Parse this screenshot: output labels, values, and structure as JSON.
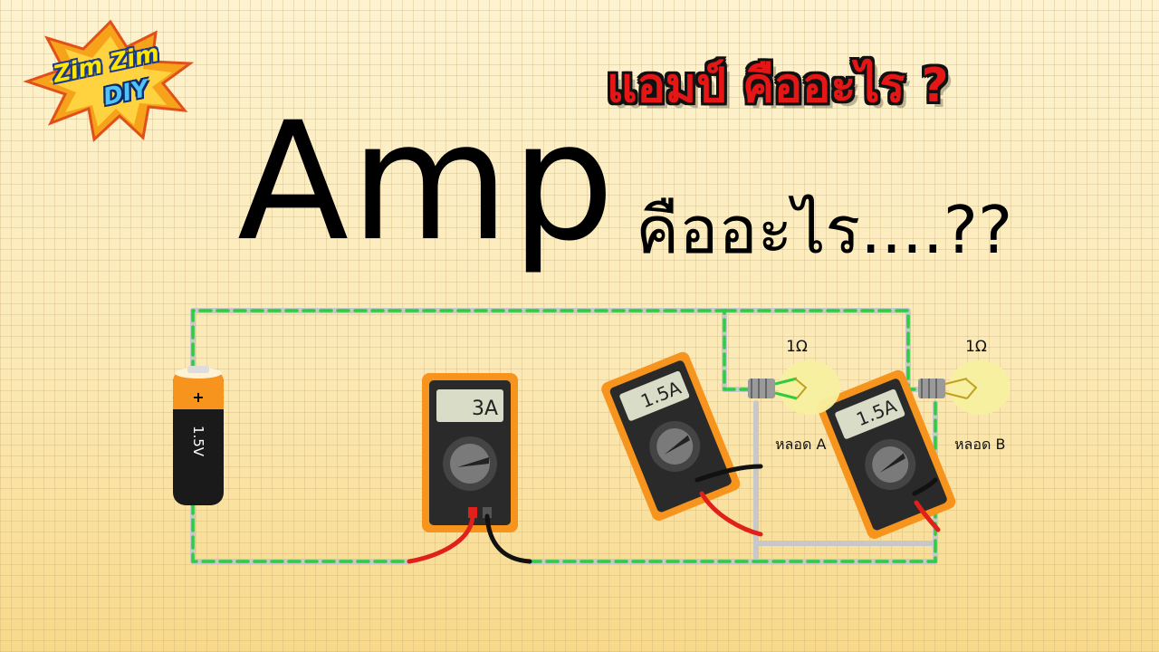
{
  "logo": {
    "line1": "Zim Zim",
    "line2": "DIY"
  },
  "heading_thai": "แอมป์ คืออะไร ?",
  "title": {
    "main": "Amp",
    "question": "คืออะไร....??"
  },
  "battery": {
    "voltage": "1.5V",
    "polarity": "+"
  },
  "meters": {
    "main": "3A",
    "meter_a": "1.5A",
    "meter_b": "1.5A"
  },
  "bulbs": {
    "a": {
      "resistance": "1Ω",
      "label": "หลอด A"
    },
    "b": {
      "resistance": "1Ω",
      "label": "หลอด B"
    }
  },
  "colors": {
    "wire": "#c8c8c8",
    "current_flow": "#2ecc40",
    "meter_body": "#f7941d",
    "meter_face": "#2a2a2a",
    "lead_red": "#e0201b",
    "lead_black": "#111111",
    "battery_top": "#f7941d"
  }
}
